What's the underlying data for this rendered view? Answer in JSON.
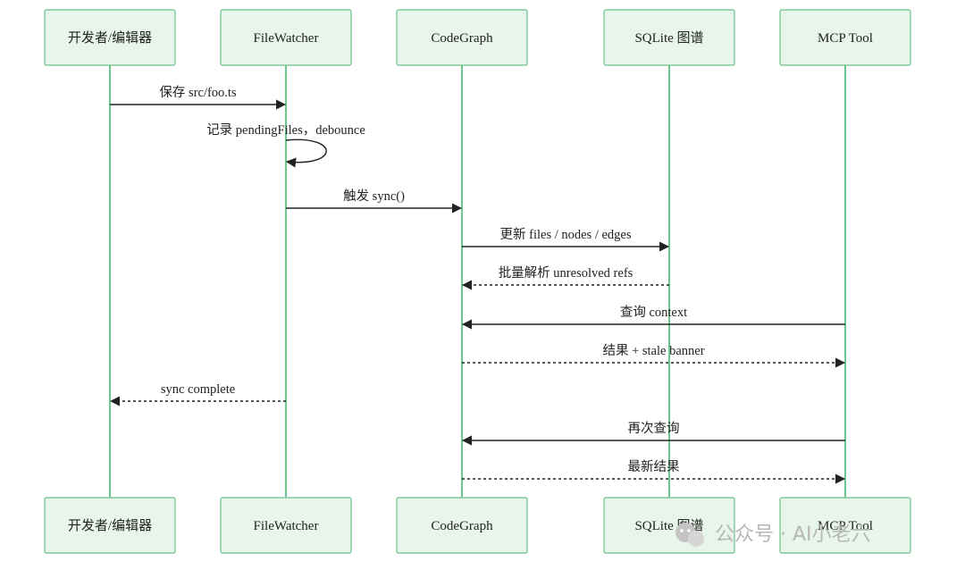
{
  "participants": [
    {
      "id": "editor",
      "label": "开发者/编辑器"
    },
    {
      "id": "watcher",
      "label": "FileWatcher"
    },
    {
      "id": "codegraph",
      "label": "CodeGraph"
    },
    {
      "id": "sqlite",
      "label": "SQLite 图谱"
    },
    {
      "id": "mcp",
      "label": "MCP Tool"
    }
  ],
  "messages": [
    {
      "from": "editor",
      "to": "watcher",
      "label": "保存 src/foo.ts",
      "style": "solid"
    },
    {
      "from": "watcher",
      "to": "watcher",
      "label": "记录 pendingFiles，debounce",
      "style": "solid"
    },
    {
      "from": "watcher",
      "to": "codegraph",
      "label": "触发 sync()",
      "style": "solid"
    },
    {
      "from": "codegraph",
      "to": "sqlite",
      "label": "更新 files / nodes / edges",
      "style": "solid"
    },
    {
      "from": "sqlite",
      "to": "codegraph",
      "label": "批量解析 unresolved refs",
      "style": "dashed"
    },
    {
      "from": "mcp",
      "to": "codegraph",
      "label": "查询 context",
      "style": "solid"
    },
    {
      "from": "codegraph",
      "to": "mcp",
      "label": "结果 + stale banner",
      "style": "dashed"
    },
    {
      "from": "watcher",
      "to": "editor",
      "label": "sync complete",
      "style": "dashed"
    },
    {
      "from": "mcp",
      "to": "codegraph",
      "label": "再次查询",
      "style": "solid"
    },
    {
      "from": "codegraph",
      "to": "mcp",
      "label": "最新结果",
      "style": "dashed"
    }
  ],
  "watermark": {
    "text": "公众号 · AI小老六",
    "icon": "wechat-icon"
  },
  "colors": {
    "actor_fill": "#e8f5ea",
    "actor_stroke": "#6cc08b",
    "lifeline": "#5bbf83",
    "arrow": "#222222"
  }
}
